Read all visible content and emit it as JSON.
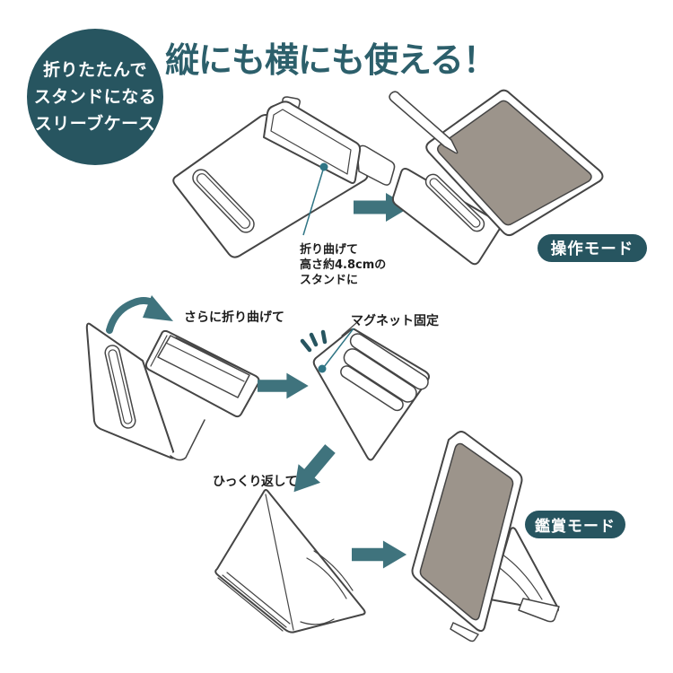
{
  "page": {
    "background": "#ffffff"
  },
  "colors": {
    "teal_dark": "#275560",
    "teal_arrow": "#3f737d",
    "title": "#2c5f6b",
    "line": "#454545",
    "screen": "#9c948b"
  },
  "badge": {
    "line1": "折りたたんで",
    "line2": "スタンドになる",
    "line3": "スリーブケース"
  },
  "title": {
    "text": "縦にも横にも使える！"
  },
  "annotations": {
    "fold_note": {
      "line1": "折り曲げて",
      "line2": "高さ約4.8cmの",
      "line3": "スタンドに"
    },
    "fold_more": "さらに折り曲げて",
    "magnet": "マグネット固定",
    "flip": "ひっくり返して"
  },
  "mode_labels": {
    "operation": "操作モード",
    "viewing": "鑑賞モード"
  },
  "icons": {
    "arrow_right": "arrow-right-icon",
    "arrow_down_left": "arrow-down-left-icon",
    "curved_fold_arrow": "curved-arrow-icon",
    "magnet_snap": "magnet-snap-icon",
    "pointer_dot": "pointer-dot-icon"
  }
}
